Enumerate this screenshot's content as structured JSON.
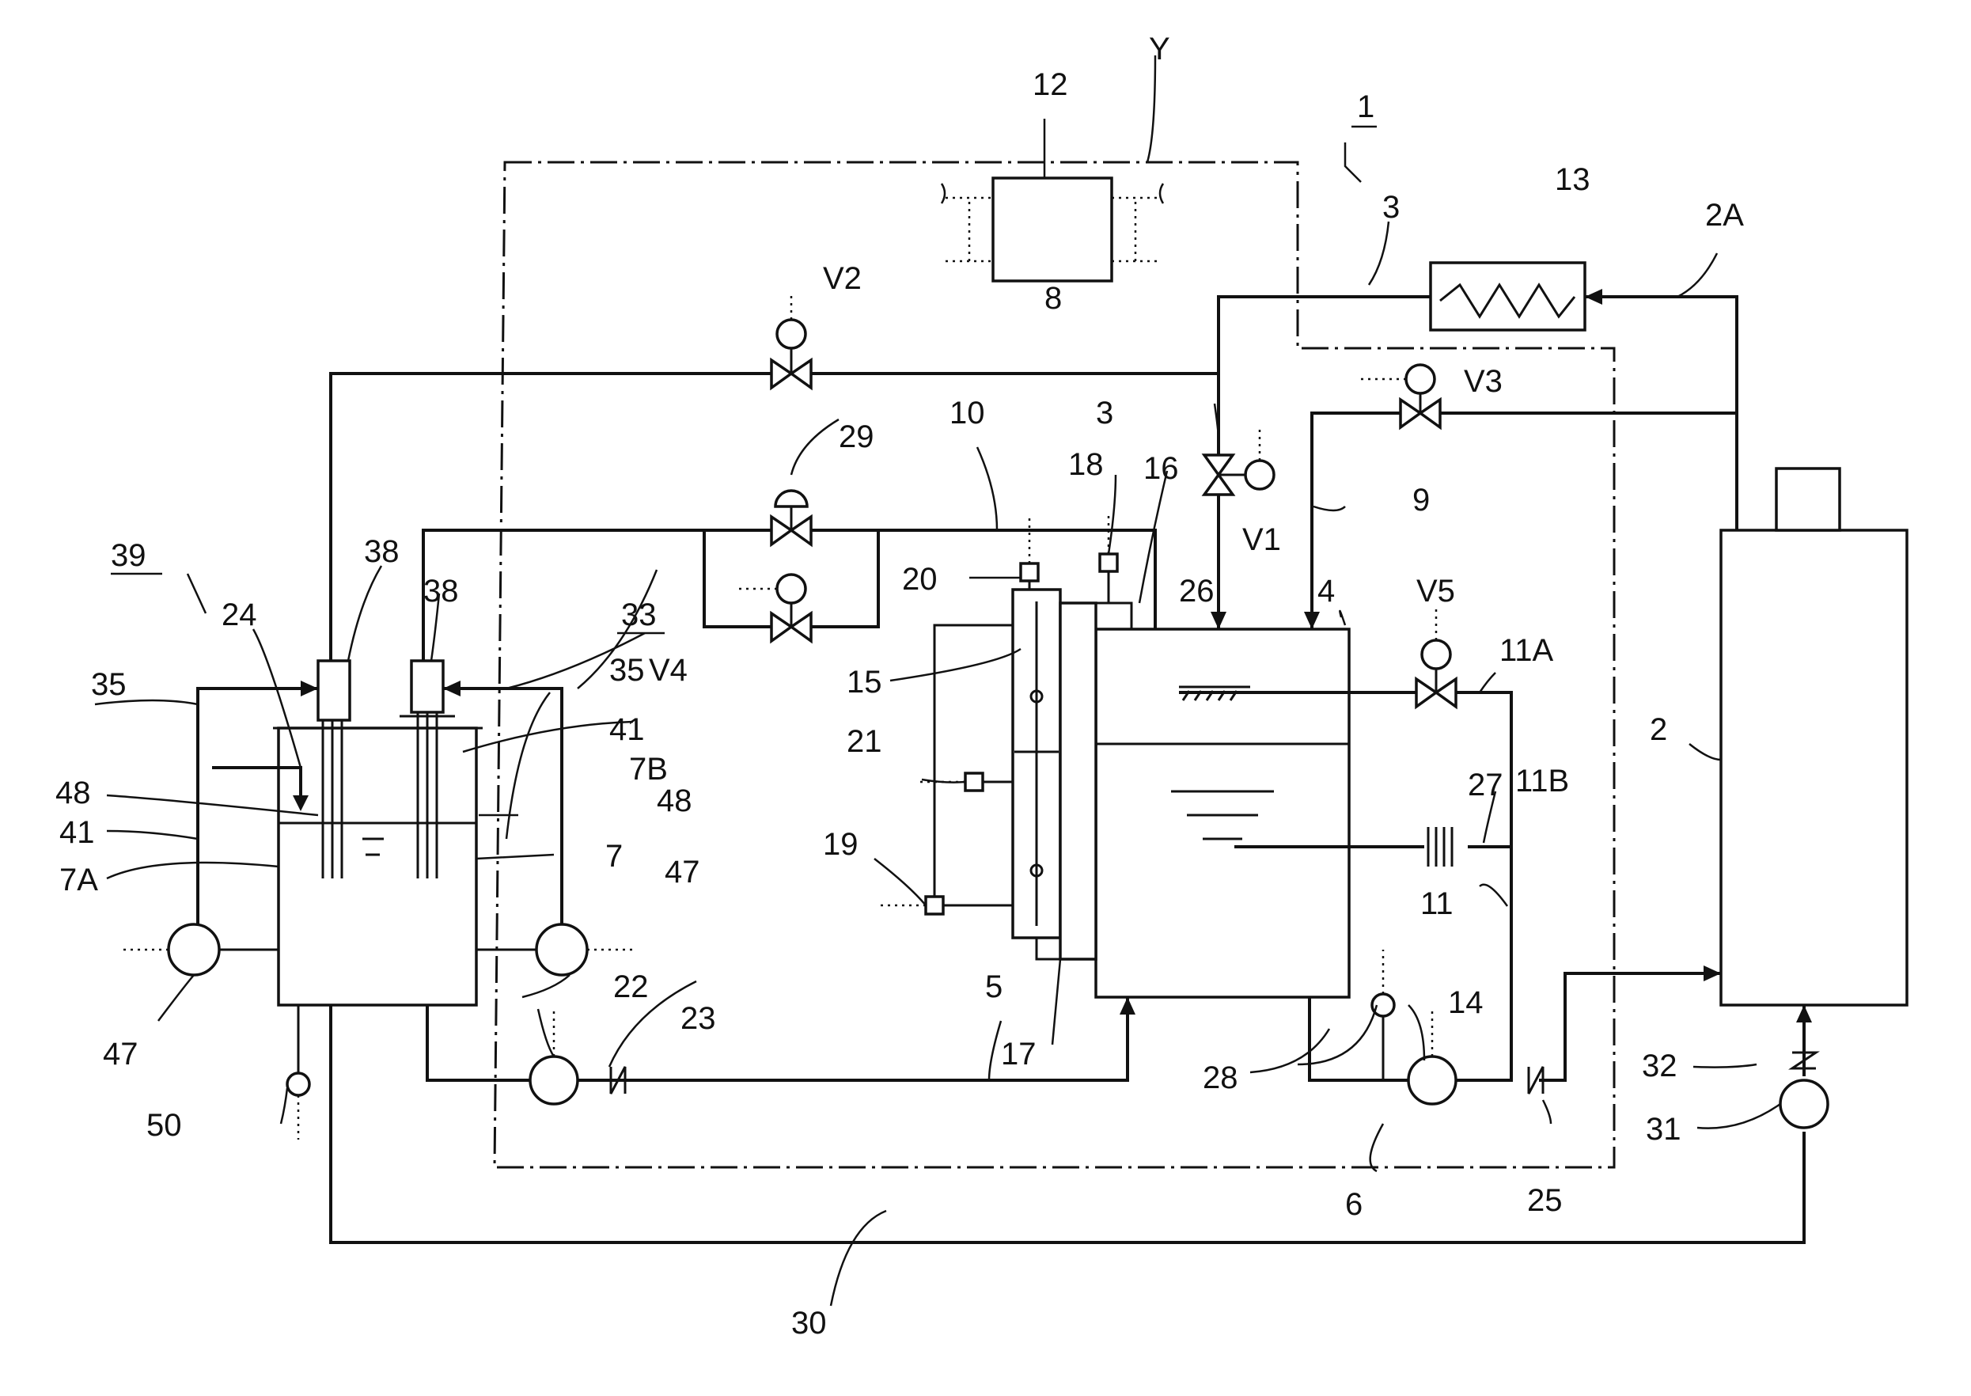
{
  "labels": {
    "L1": "1",
    "L2": "2",
    "L2A": "2A",
    "L3a": "3",
    "L3b": "3",
    "L4": "4",
    "L5": "5",
    "L6": "6",
    "L7": "7",
    "L7A": "7A",
    "L7B": "7B",
    "L8": "8",
    "L9": "9",
    "L10": "10",
    "L11": "11",
    "L11A": "11A",
    "L11B": "11B",
    "L12": "12",
    "L13": "13",
    "L14": "14",
    "L15": "15",
    "L16": "16",
    "L17": "17",
    "L18": "18",
    "L19": "19",
    "L20": "20",
    "L21": "21",
    "L22": "22",
    "L23": "23",
    "L24": "24",
    "L25": "25",
    "L26": "26",
    "L27": "27",
    "L28": "28",
    "L29": "29",
    "L30": "30",
    "L31": "31",
    "L32": "32",
    "L33": "33",
    "L35a": "35",
    "L35b": "35",
    "L38a": "38",
    "L38b": "38",
    "L39": "39",
    "L41a": "41",
    "L41b": "41",
    "L47a": "47",
    "L47b": "47",
    "L48a": "48",
    "L48b": "48",
    "L50": "50",
    "LY": "Y",
    "LV1": "V1",
    "LV2": "V2",
    "LV3": "V3",
    "LV4": "V4",
    "LV5": "V5"
  }
}
